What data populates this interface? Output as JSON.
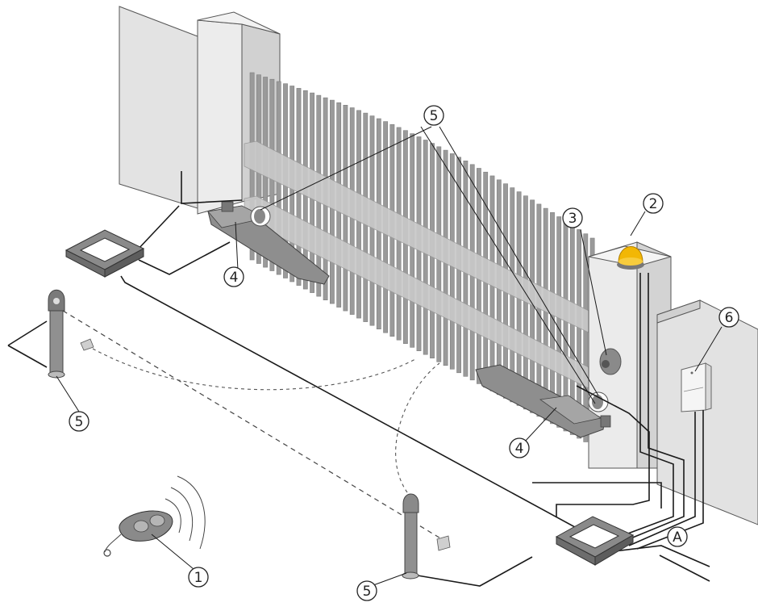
{
  "diagram": {
    "callouts": [
      {
        "id": "remote",
        "label": "1"
      },
      {
        "id": "flashing-light",
        "label": "2"
      },
      {
        "id": "key-selector",
        "label": "3"
      },
      {
        "id": "operator-left",
        "label": "4"
      },
      {
        "id": "operator-right",
        "label": "4"
      },
      {
        "id": "photocell-top",
        "label": "5"
      },
      {
        "id": "photocell-left-column",
        "label": "5"
      },
      {
        "id": "photocell-front-column",
        "label": "5"
      },
      {
        "id": "control-unit",
        "label": "6"
      },
      {
        "id": "power-supply",
        "label": "A"
      }
    ]
  },
  "colors": {
    "pillar_light": "#e9e9e9",
    "pillar_mid": "#d6d6d6",
    "pillar_dark": "#c4c4c4",
    "bar": "#9a9a9a",
    "bar_dark": "#7f7f7f",
    "operator": "#8e8e8e",
    "lamp": "#f2b705"
  }
}
